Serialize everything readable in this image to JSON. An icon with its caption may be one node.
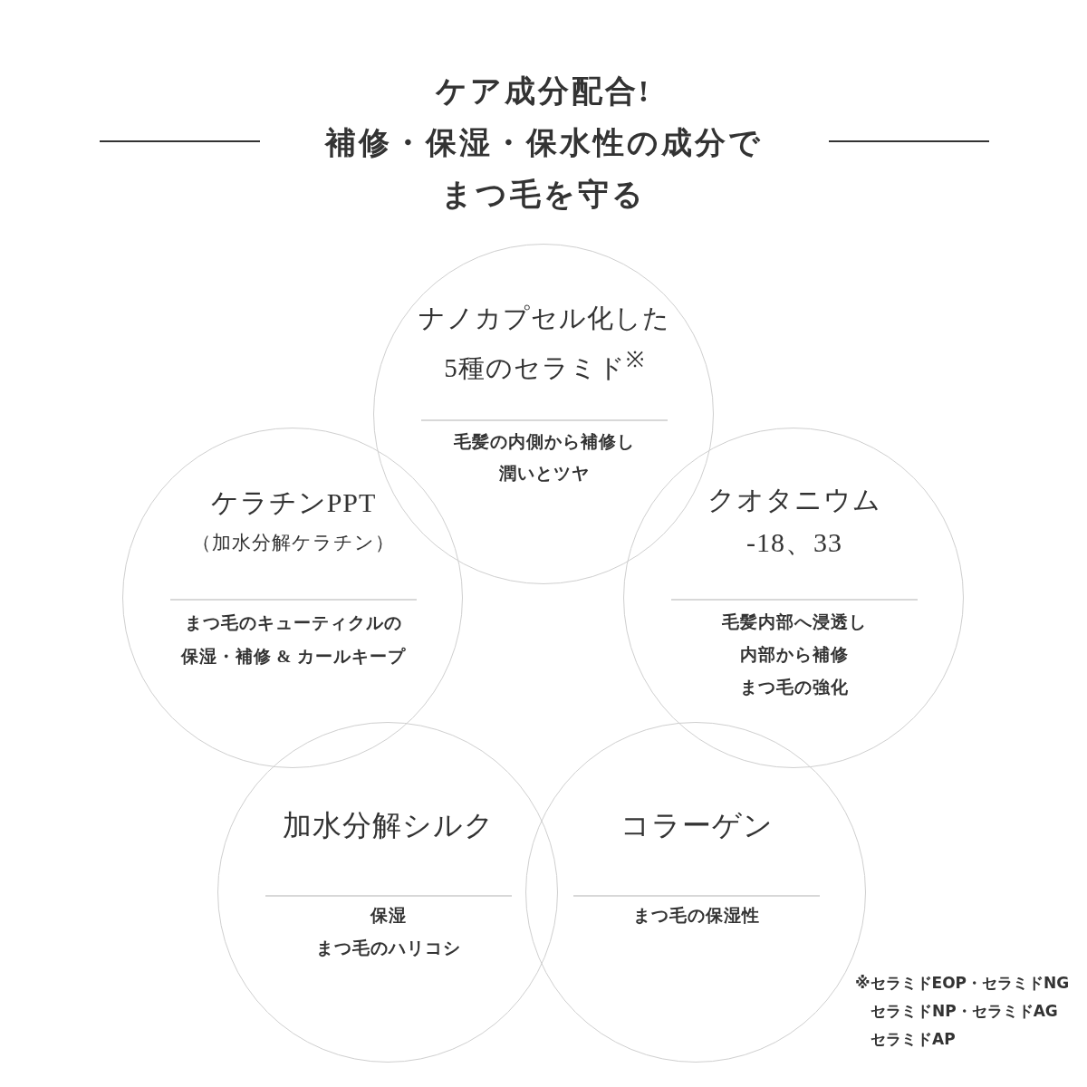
{
  "diagram": {
    "title": "ケア成分配合!補修・保湿・保水性の成分でまつ毛を守る",
    "nodes": [
      {
        "text": [
          "ナノカプセル化した5種のセラミド$^{※}$",
          "毛髪の内側から補修し潤いとツヤ"
        ]
      },
      {
        "text": [
          "ケラチンPPT",
          "（加水分解ケラチン）",
          "まつ毛のキューティクルの保湿・補修 & カールキープ"
        ]
      },
      {
        "text": [
          "クオタニウム-18、33",
          "毛髪内部へ浸透し内部から補修まつ毛の強化"
        ]
      },
      {
        "text": [
          "加水分解シルク",
          "保湿まつ毛のハリコシ"
        ]
      },
      {
        "text": [
          "コラーゲン",
          "まつ毛の保湿性"
        ]
      }
    ],
    "labels": [
      "※セラミドEOP・セラミドNGセラミドNP・セラミドAGセラミドAP"
    ]
  }
}
